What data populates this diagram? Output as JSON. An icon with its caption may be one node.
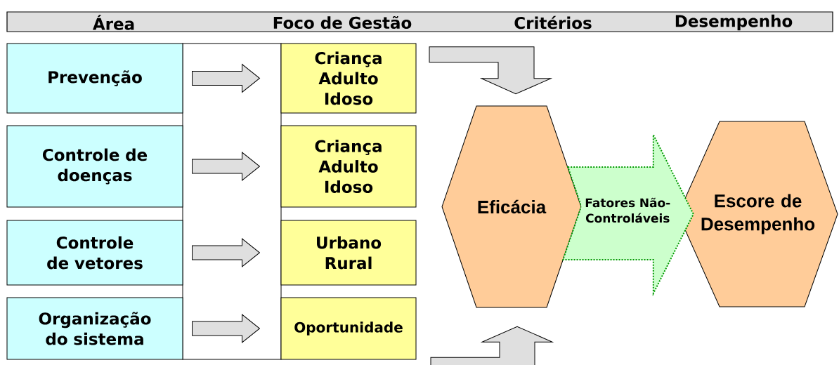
{
  "diagram": {
    "nodes": [
      {
        "text": [
          "Prevenção"
        ]
      },
      {
        "text": [
          "Controle de doenças"
        ]
      },
      {
        "text": [
          "Controle de vetores"
        ]
      },
      {
        "text": [
          "Organização do sistema"
        ]
      },
      {
        "text": [
          "Criança Adulto Idoso"
        ]
      },
      {
        "text": [
          "Criança Adulto Idoso"
        ]
      },
      {
        "text": [
          "Urbano Rural"
        ]
      },
      {
        "text": [
          "Oportunidade"
        ]
      },
      {
        "text": [
          "Eficácia"
        ]
      },
      {
        "text": [
          "Escore de Desempenho"
        ]
      }
    ],
    "edges": [
      {
        "from": 0,
        "to": 4,
        "arrow": "to"
      },
      {
        "from": 1,
        "to": 5,
        "arrow": "to"
      },
      {
        "from": 2,
        "to": 6,
        "arrow": "to"
      },
      {
        "from": 3,
        "to": 7,
        "arrow": "to"
      },
      {
        "from": null,
        "to": 8,
        "arrow": "to"
      },
      {
        "from": null,
        "to": 8,
        "arrow": "to"
      },
      {
        "from": 8,
        "to": 9,
        "arrow": "to",
        "label": "Fatores Não-Controláveis",
        "style": "dashed",
        "color": "#ccffcc"
      }
    ],
    "labels": [
      "Área",
      "Foco de Gestão",
      "Critérios",
      "Desempenho"
    ]
  }
}
